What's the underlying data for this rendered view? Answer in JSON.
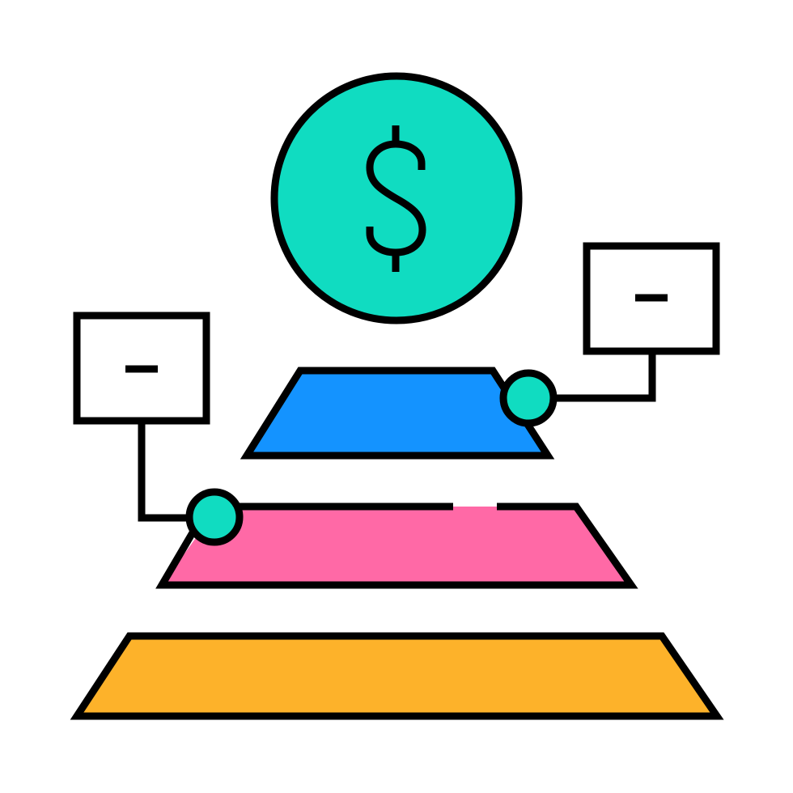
{
  "icon": {
    "name": "financial-pyramid-icon",
    "colors": {
      "outline": "#000000",
      "background": "#ffffff",
      "coin": "#10DCC1",
      "connector_dot": "#10DCC1",
      "tier_top": "#1493FF",
      "tier_middle": "#FF69A6",
      "tier_bottom": "#FDB22A",
      "note_card": "#ffffff"
    },
    "coin_symbol": "dollar-sign-icon",
    "tiers": [
      {
        "name": "top-tier",
        "color": "#1493FF"
      },
      {
        "name": "middle-tier",
        "color": "#FF69A6"
      },
      {
        "name": "bottom-tier",
        "color": "#FDB22A"
      }
    ],
    "callouts": [
      {
        "name": "left-callout",
        "content": "minus-icon"
      },
      {
        "name": "right-callout",
        "content": "minus-icon"
      }
    ]
  }
}
